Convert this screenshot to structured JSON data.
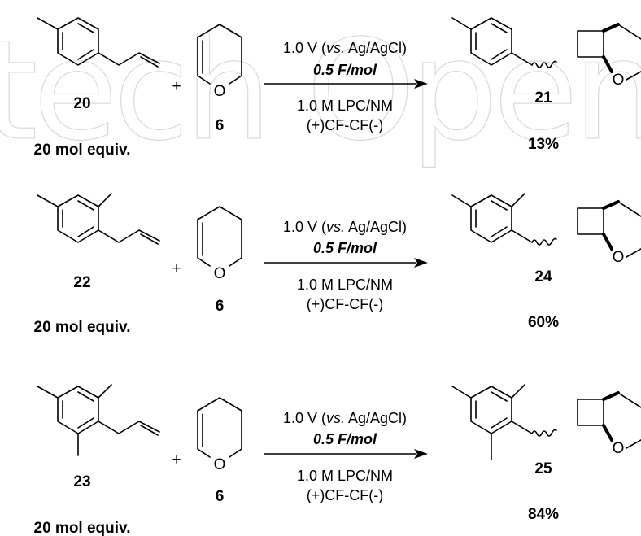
{
  "watermark": "tech Open",
  "colors": {
    "ink": "#000000",
    "watermark": "#d9d9d9",
    "background": "#ffffff"
  },
  "rows": [
    {
      "substrate_id": "20",
      "substrate_equiv": "20 mol equiv.",
      "plus": "+",
      "partner_id": "6",
      "partner_atom": "O",
      "conditions": {
        "line1_pre": "1.0 V (",
        "line1_italic": "vs.",
        "line1_post": " Ag/AgCl)",
        "line2": "0.5 F/mol",
        "line3": "1.0 M LPC/NM",
        "line4": "(+)CF-CF(-)"
      },
      "product_id": "21",
      "product_atom": "O",
      "yield": "13%"
    },
    {
      "substrate_id": "22",
      "substrate_equiv": "20 mol equiv.",
      "plus": "+",
      "partner_id": "6",
      "partner_atom": "O",
      "conditions": {
        "line1_pre": "1.0 V (",
        "line1_italic": "vs.",
        "line1_post": " Ag/AgCl)",
        "line2": "0.5 F/mol",
        "line3": "1.0 M LPC/NM",
        "line4": "(+)CF-CF(-)"
      },
      "product_id": "24",
      "product_atom": "O",
      "yield": "60%"
    },
    {
      "substrate_id": "23",
      "substrate_equiv": "20 mol equiv.",
      "plus": "+",
      "partner_id": "6",
      "partner_atom": "O",
      "conditions": {
        "line1_pre": "1.0 V (",
        "line1_italic": "vs.",
        "line1_post": " Ag/AgCl)",
        "line2": "0.5 F/mol",
        "line3": "1.0 M LPC/NM",
        "line4": "(+)CF-CF(-)"
      },
      "product_id": "25",
      "product_atom": "O",
      "yield": "84%"
    }
  ]
}
